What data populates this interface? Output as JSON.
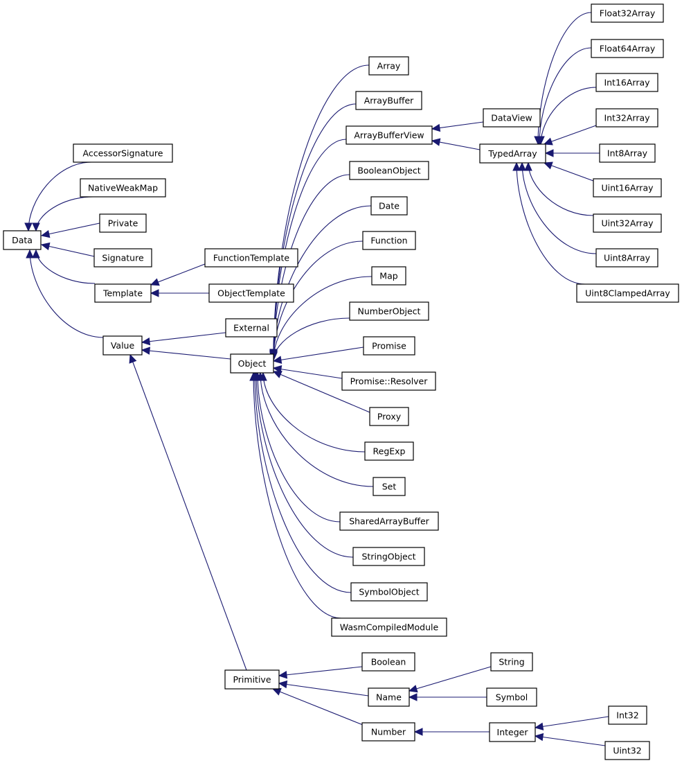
{
  "diagram": {
    "colors": {
      "edge": "#191970",
      "box_border": "#000000",
      "background": "#ffffff"
    },
    "nodes": {
      "data": "Data",
      "accessor_signature": "AccessorSignature",
      "native_weak_map": "NativeWeakMap",
      "private": "Private",
      "signature": "Signature",
      "template": "Template",
      "function_template": "FunctionTemplate",
      "object_template": "ObjectTemplate",
      "value": "Value",
      "external": "External",
      "object": "Object",
      "array": "Array",
      "array_buffer": "ArrayBuffer",
      "array_buffer_view": "ArrayBufferView",
      "data_view": "DataView",
      "typed_array": "TypedArray",
      "float32_array": "Float32Array",
      "float64_array": "Float64Array",
      "int16_array": "Int16Array",
      "int32_array": "Int32Array",
      "int8_array": "Int8Array",
      "uint16_array": "Uint16Array",
      "uint32_array": "Uint32Array",
      "uint8_array": "Uint8Array",
      "uint8_clamped_array": "Uint8ClampedArray",
      "boolean_object": "BooleanObject",
      "date": "Date",
      "function": "Function",
      "map": "Map",
      "number_object": "NumberObject",
      "promise": "Promise",
      "promise_resolver": "Promise::Resolver",
      "proxy": "Proxy",
      "reg_exp": "RegExp",
      "set": "Set",
      "shared_array_buffer": "SharedArrayBuffer",
      "string_object": "StringObject",
      "symbol_object": "SymbolObject",
      "wasm_compiled_module": "WasmCompiledModule",
      "primitive": "Primitive",
      "boolean": "Boolean",
      "name": "Name",
      "string": "String",
      "symbol": "Symbol",
      "number": "Number",
      "integer": "Integer",
      "int32": "Int32",
      "uint32": "Uint32"
    },
    "edges": [
      [
        "accessor_signature",
        "data"
      ],
      [
        "native_weak_map",
        "data"
      ],
      [
        "private",
        "data"
      ],
      [
        "signature",
        "data"
      ],
      [
        "template",
        "data"
      ],
      [
        "value",
        "data"
      ],
      [
        "function_template",
        "template"
      ],
      [
        "object_template",
        "template"
      ],
      [
        "external",
        "value"
      ],
      [
        "object",
        "value"
      ],
      [
        "primitive",
        "value"
      ],
      [
        "array",
        "object"
      ],
      [
        "array_buffer",
        "object"
      ],
      [
        "array_buffer_view",
        "object"
      ],
      [
        "boolean_object",
        "object"
      ],
      [
        "date",
        "object"
      ],
      [
        "function",
        "object"
      ],
      [
        "map",
        "object"
      ],
      [
        "number_object",
        "object"
      ],
      [
        "promise",
        "object"
      ],
      [
        "promise_resolver",
        "object"
      ],
      [
        "proxy",
        "object"
      ],
      [
        "reg_exp",
        "object"
      ],
      [
        "set",
        "object"
      ],
      [
        "shared_array_buffer",
        "object"
      ],
      [
        "string_object",
        "object"
      ],
      [
        "symbol_object",
        "object"
      ],
      [
        "wasm_compiled_module",
        "object"
      ],
      [
        "data_view",
        "array_buffer_view"
      ],
      [
        "typed_array",
        "array_buffer_view"
      ],
      [
        "float32_array",
        "typed_array"
      ],
      [
        "float64_array",
        "typed_array"
      ],
      [
        "int16_array",
        "typed_array"
      ],
      [
        "int32_array",
        "typed_array"
      ],
      [
        "int8_array",
        "typed_array"
      ],
      [
        "uint16_array",
        "typed_array"
      ],
      [
        "uint32_array",
        "typed_array"
      ],
      [
        "uint8_array",
        "typed_array"
      ],
      [
        "uint8_clamped_array",
        "typed_array"
      ],
      [
        "boolean",
        "primitive"
      ],
      [
        "name",
        "primitive"
      ],
      [
        "number",
        "primitive"
      ],
      [
        "string",
        "name"
      ],
      [
        "symbol",
        "name"
      ],
      [
        "integer",
        "number"
      ],
      [
        "int32",
        "integer"
      ],
      [
        "uint32",
        "integer"
      ]
    ]
  }
}
